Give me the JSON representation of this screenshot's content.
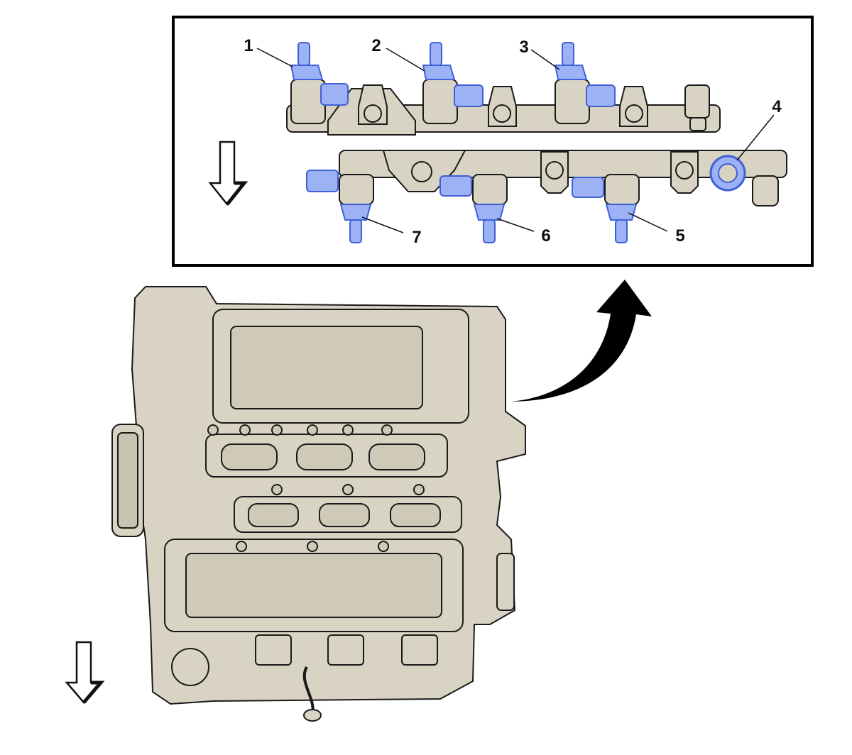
{
  "diagram": {
    "callouts": [
      {
        "id": "1",
        "label": "1"
      },
      {
        "id": "2",
        "label": "2"
      },
      {
        "id": "3",
        "label": "3"
      },
      {
        "id": "4",
        "label": "4"
      },
      {
        "id": "5",
        "label": "5"
      },
      {
        "id": "6",
        "label": "6"
      },
      {
        "id": "7",
        "label": "7"
      }
    ],
    "colors": {
      "part_fill": "#d8d3c3",
      "highlight": "#5b7df0",
      "highlight_fill": "#9db1f5",
      "outline": "#1a1a1a",
      "arrow": "#000000",
      "frame": "#000000"
    },
    "icons": [
      "view-direction-arrow-icon",
      "transition-arrow-icon"
    ]
  }
}
